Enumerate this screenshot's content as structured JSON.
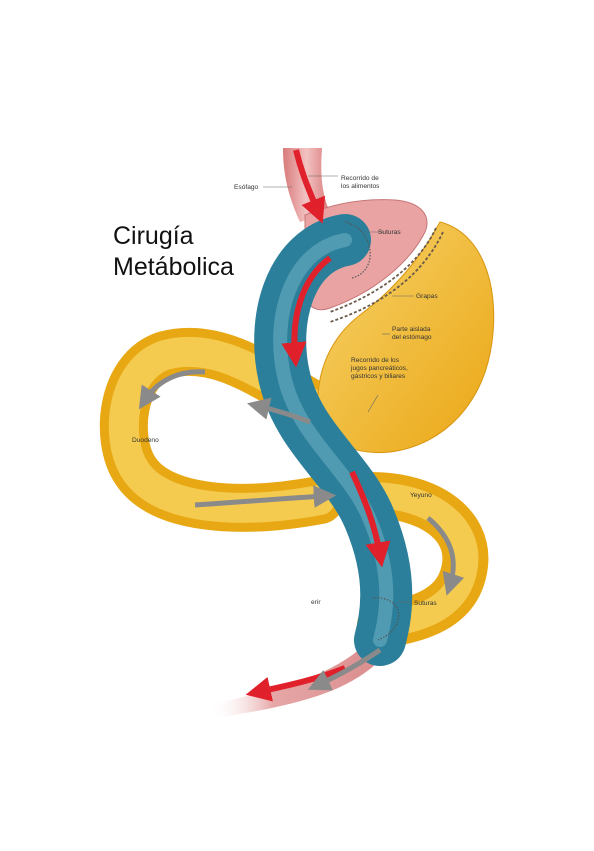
{
  "title": {
    "line1": "Cirugía",
    "line2": "Metábolica"
  },
  "labels": {
    "esofago": "Esófago",
    "recorrido_alimentos": [
      "Recorrido de",
      "los alimentos"
    ],
    "suturas_top": "Suturas",
    "grapas": "Grapas",
    "parte_aislada": [
      "Parte aislada",
      "del estómago"
    ],
    "recorrido_jugos": [
      "Recorrido de los",
      "jugos pancreáticos,",
      "gástricos y biliares"
    ],
    "duodeno": "Duodeno",
    "yeyuno": "Yeyuno",
    "suturas_bottom": "Suturas",
    "fragment": "erir"
  },
  "colors": {
    "limb_yellow": "#f0b81c",
    "limb_yellow_light": "#f8d97a",
    "roux_blue": "#2c7f9a",
    "roux_blue_light": "#8cc7d6",
    "pouch_pink": "#e49a9a",
    "food_arrow_red": "#e0202a",
    "juice_arrow_gray": "#8a8a8a"
  }
}
